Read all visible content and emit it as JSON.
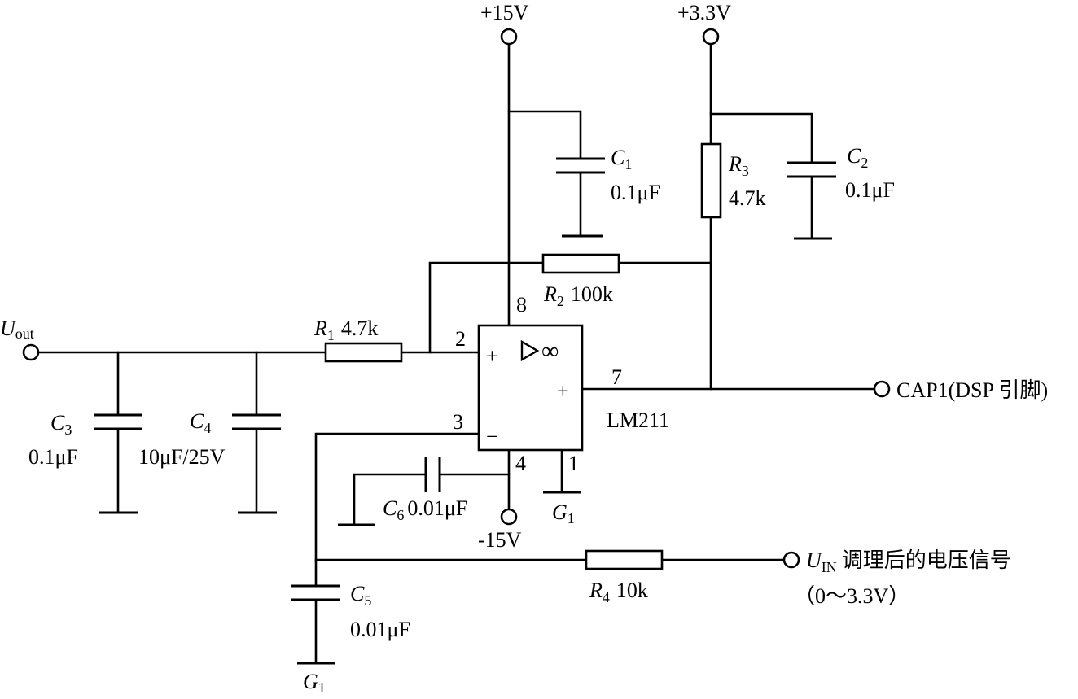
{
  "supplies": {
    "vcc15": "+15V",
    "vcc33": "+3.3V",
    "vee15": "-15V"
  },
  "capacitors": {
    "c1": {
      "symbol": "C",
      "index": "1",
      "value": "0.1μF"
    },
    "c2": {
      "symbol": "C",
      "index": "2",
      "value": "0.1μF"
    },
    "c3": {
      "symbol": "C",
      "index": "3",
      "value": "0.1μF"
    },
    "c4": {
      "symbol": "C",
      "index": "4",
      "value": "10μF/25V"
    },
    "c5": {
      "symbol": "C",
      "index": "5",
      "value": "0.01μF"
    },
    "c6": {
      "symbol": "C",
      "index": "6",
      "value": "0.01μF"
    }
  },
  "resistors": {
    "r1": {
      "symbol": "R",
      "index": "1",
      "value": "4.7k"
    },
    "r2": {
      "symbol": "R",
      "index": "2",
      "value": "100k"
    },
    "r3": {
      "symbol": "R",
      "index": "3",
      "value": "4.7k"
    },
    "r4": {
      "symbol": "R",
      "index": "4",
      "value": "10k"
    }
  },
  "comparator": {
    "part": "LM211",
    "infinity": "∞",
    "plus_input": "+",
    "minus_input": "−",
    "output_sign": "+",
    "pins": {
      "in_plus": "2",
      "in_minus": "3",
      "vcc": "8",
      "vee": "4",
      "ground": "1",
      "output": "7"
    }
  },
  "signals": {
    "uout": {
      "symbol": "U",
      "sub": "out"
    },
    "cap1": "CAP1(DSP 引脚)",
    "uin": {
      "symbol": "U",
      "sub": "IN",
      "desc": "调理后的电压信号",
      "range": "（0～3.3V）"
    }
  },
  "grounds": {
    "pin1": {
      "symbol": "G",
      "index": "1"
    },
    "c5": {
      "symbol": "G",
      "index": "1"
    }
  }
}
